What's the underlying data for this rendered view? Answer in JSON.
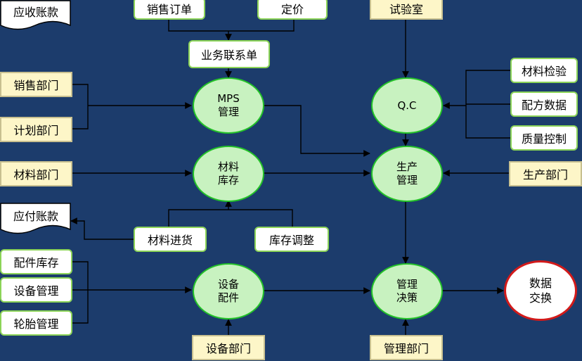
{
  "documents": {
    "receivables": "应收账款",
    "payables": "应付账款"
  },
  "boxes": {
    "sales_order": "销售订单",
    "pricing": "定价",
    "lab": "试验室",
    "business_contact": "业务联系单",
    "sales_dept": "销售部门",
    "planning_dept": "计划部门",
    "materials_dept": "材料部门",
    "material_inspection": "材料检验",
    "formula_data": "配方数据",
    "quality_control": "质量控制",
    "production_dept": "生产部门",
    "material_purchase": "材料进货",
    "inventory_adjustment": "库存调整",
    "parts_inventory": "配件库存",
    "equipment_management": "设备管理",
    "tire_management": "轮胎管理",
    "equipment_dept": "设备部门",
    "management_dept": "管理部门"
  },
  "nodes": {
    "mps": {
      "line1": "MPS",
      "line2": "管理"
    },
    "qc": {
      "line1": "Q.C"
    },
    "material_inventory": {
      "line1": "材料",
      "line2": "库存"
    },
    "production_mgmt": {
      "line1": "生产",
      "line2": "管理"
    },
    "equipment_parts": {
      "line1": "设备",
      "line2": "配件"
    },
    "management_decision": {
      "line1": "管理",
      "line2": "决策"
    },
    "data_exchange": {
      "line1": "数据",
      "line2": "交换"
    }
  },
  "colors": {
    "background": "#1c3c6c",
    "node_fill": "#c8f2c0",
    "node_border": "#23c228",
    "exchange_border": "#d21a1a",
    "box_border": "#8cd458",
    "dept_fill": "#fdf6c8"
  }
}
